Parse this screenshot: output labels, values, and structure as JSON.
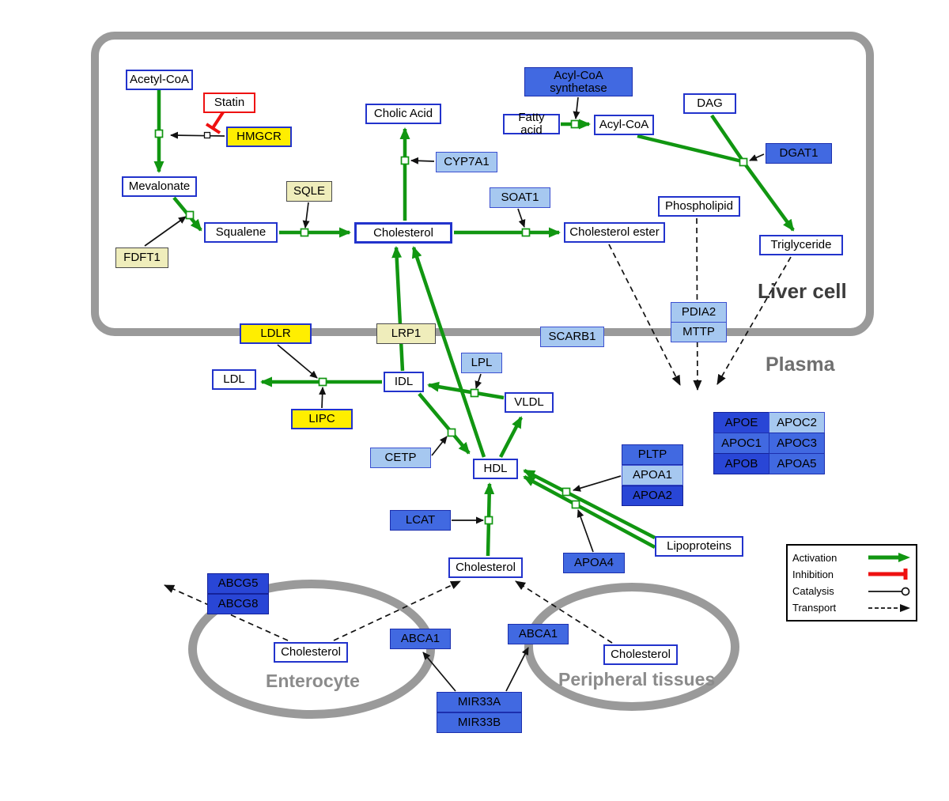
{
  "regions": {
    "liver_cell": "Liver cell",
    "plasma": "Plasma",
    "enterocyte": "Enterocyte",
    "peripheral_tissues": "Peripheral tissues"
  },
  "legend": {
    "activation": "Activation",
    "inhibition": "Inhibition",
    "catalysis": "Catalysis",
    "transport": "Transport"
  },
  "nodes": {
    "acetyl_coa": "Acetyl-CoA",
    "statin": "Statin",
    "hmgcr": "HMGCR",
    "cholic_acid": "Cholic Acid",
    "acyl_coa_synthetase": "Acyl-CoA synthetase",
    "fatty_acid": "Fatty acid",
    "acyl_coa": "Acyl-CoA",
    "dag": "DAG",
    "dgat1": "DGAT1",
    "mevalonate": "Mevalonate",
    "sqle": "SQLE",
    "cyp7a1": "CYP7A1",
    "soat1": "SOAT1",
    "phospholipid": "Phospholipid",
    "fdft1": "FDFT1",
    "squalene": "Squalene",
    "cholesterol_liver": "Cholesterol",
    "cholesterol_ester": "Cholesterol ester",
    "triglyceride": "Triglyceride",
    "ldlr": "LDLR",
    "lrp1": "LRP1",
    "scarb1": "SCARB1",
    "pdia2": "PDIA2",
    "mttp": "MTTP",
    "ldl": "LDL",
    "idl": "IDL",
    "lpl": "LPL",
    "vldl": "VLDL",
    "lipc": "LIPC",
    "cetp": "CETP",
    "hdl": "HDL",
    "pltp": "PLTP",
    "apoa1": "APOA1",
    "apoa2": "APOA2",
    "apoe": "APOE",
    "apoc2": "APOC2",
    "apoc1": "APOC1",
    "apoc3": "APOC3",
    "apob": "APOB",
    "apoa5": "APOA5",
    "lcat": "LCAT",
    "apoa4": "APOA4",
    "lipoproteins": "Lipoproteins",
    "cholesterol_plasma": "Cholesterol",
    "abcg5": "ABCG5",
    "abcg8": "ABCG8",
    "cholesterol_enterocyte": "Cholesterol",
    "abca1_enterocyte": "ABCA1",
    "abca1_peripheral": "ABCA1",
    "cholesterol_peripheral": "Cholesterol",
    "mir33a": "MIR33A",
    "mir33b": "MIR33B"
  },
  "colors": {
    "activation_green": "#119611",
    "inhibition_red": "#ee1111",
    "membrane_gray": "#9a9a9a",
    "metabolite_border_blue": "#2233cc",
    "enzyme_blue": "#4169e1",
    "enzyme_dark_blue": "#2946d6",
    "enzyme_light_blue": "#a6c8f0",
    "enzyme_yellow": "#ffee00",
    "enzyme_pale_yellow": "#efedbb"
  }
}
